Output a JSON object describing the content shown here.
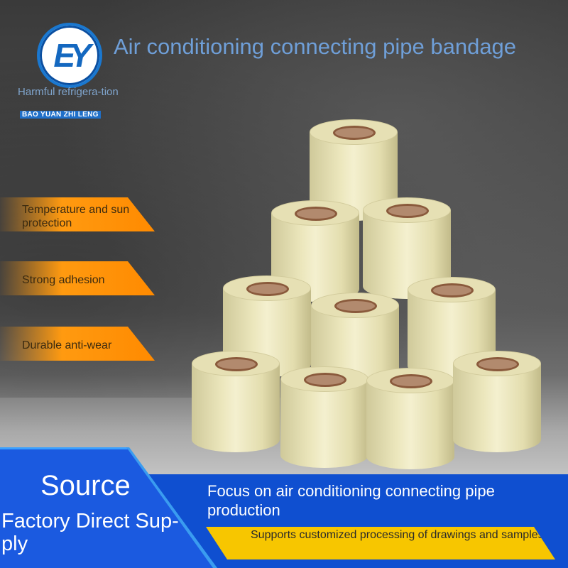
{
  "header": {
    "logo_text": "EY",
    "title": "Air conditioning connecting pipe bandage",
    "tagline": "Harmful refrigera-tion",
    "brand": "BAO YUAN ZHI LENG"
  },
  "features": [
    "Temperature and sun protection",
    "Strong adhesion",
    "Durable anti-wear"
  ],
  "footer": {
    "source": "Source",
    "factory": "Factory Direct Sup-ply",
    "focus": "Focus on air conditioning connecting pipe production",
    "custom": "Supports customized processing of drawings and samples"
  },
  "colors": {
    "title": "#6f9fd8",
    "banner": "#ff9a10",
    "blue": "#0f4fd0",
    "yellow": "#f7c600"
  }
}
